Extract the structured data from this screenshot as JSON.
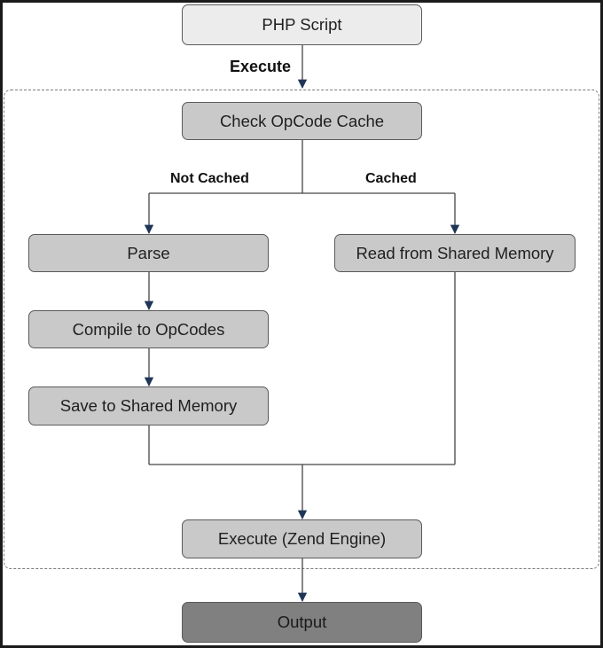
{
  "nodes": {
    "php_script": "PHP Script",
    "check_cache": "Check OpCode Cache",
    "parse": "Parse",
    "compile": "Compile to OpCodes",
    "save_shared": "Save to Shared Memory",
    "read_shared": "Read from Shared Memory",
    "execute_zend": "Execute (Zend Engine)",
    "output": "Output"
  },
  "edge_labels": {
    "execute": "Execute",
    "not_cached": "Not Cached",
    "cached": "Cached"
  },
  "colors": {
    "node_fill": "#c9c9c9",
    "start_fill": "#ececec",
    "output_fill": "#808080",
    "arrow": "#1f3557"
  }
}
